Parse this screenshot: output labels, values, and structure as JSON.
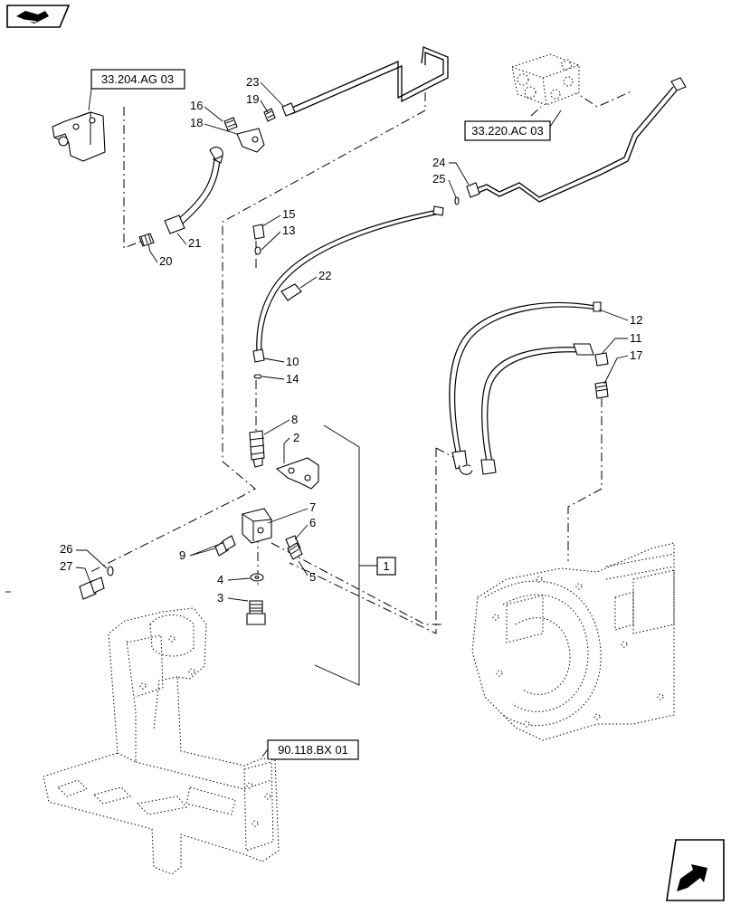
{
  "references": {
    "ref_204": "33.204.AG 03",
    "ref_220": "33.220.AC 03",
    "ref_118": "90.118.BX 01",
    "assembly_label": "1"
  },
  "callouts": [
    "2",
    "3",
    "4",
    "5",
    "6",
    "7",
    "8",
    "9",
    "10",
    "11",
    "12",
    "13",
    "14",
    "15",
    "16",
    "17",
    "18",
    "19",
    "20",
    "21",
    "22",
    "23",
    "24",
    "25",
    "26",
    "27"
  ],
  "icons": {
    "top_left": "back-navigation-icon",
    "bottom_right": "next-page-arrow-icon"
  }
}
